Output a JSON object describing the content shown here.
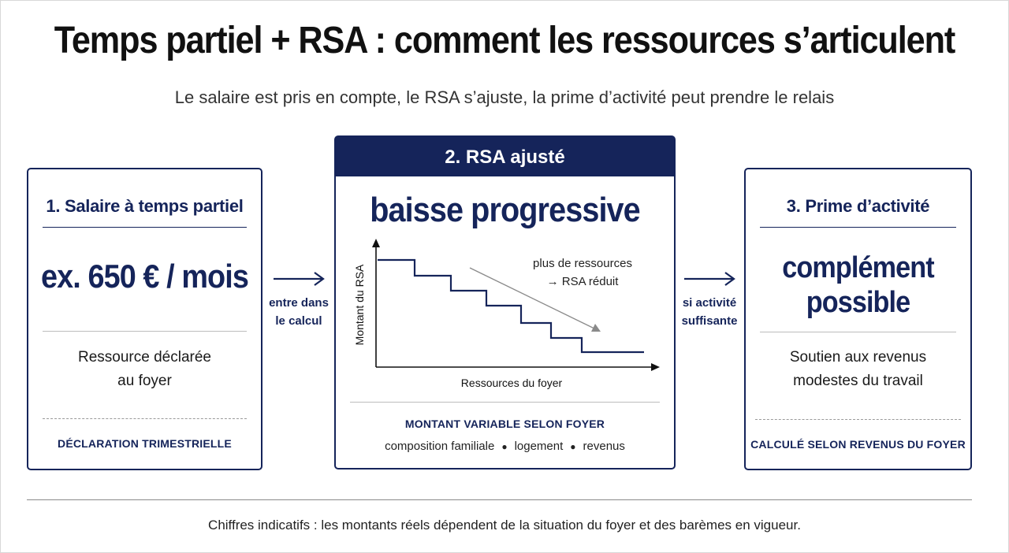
{
  "title": "Temps partiel + RSA : comment les ressources s’articulent",
  "subtitle": "Le salaire est pris en compte, le RSA s’ajuste, la prime d’activité peut prendre le relais",
  "step1": {
    "heading": "1. Salaire à temps partiel",
    "value": "ex. 650 € / mois",
    "description_line1": "Ressource déclarée",
    "description_line2": "au foyer",
    "caption": "DÉCLARATION TRIMESTRIELLE"
  },
  "connector1": {
    "line1": "entre dans",
    "line2": "le calcul"
  },
  "step2": {
    "header": "2. RSA ajusté",
    "value": "baisse progressive",
    "chart_annotation_line1": "plus de ressources",
    "chart_annotation_line2": "→ RSA réduit",
    "ylabel": "Montant du RSA",
    "xlabel": "Ressources du foyer",
    "caption": "MONTANT VARIABLE SELON FOYER",
    "factors": [
      "composition familiale",
      "logement",
      "revenus"
    ]
  },
  "connector2": {
    "line1": "si activité",
    "line2": "suffisante"
  },
  "step3": {
    "heading": "3. Prime d’activité",
    "value_line1": "complément",
    "value_line2": "possible",
    "description_line1": "Soutien aux revenus",
    "description_line2": "modestes du travail",
    "caption": "CALCULÉ SELON REVENUS DU FOYER"
  },
  "footnote": "Chiffres indicatifs : les montants réels dépendent de la situation du foyer et des barèmes en vigueur.",
  "colors": {
    "accent": "#15245a",
    "text": "#1a1a1a",
    "rule": "#bdbdbd"
  }
}
